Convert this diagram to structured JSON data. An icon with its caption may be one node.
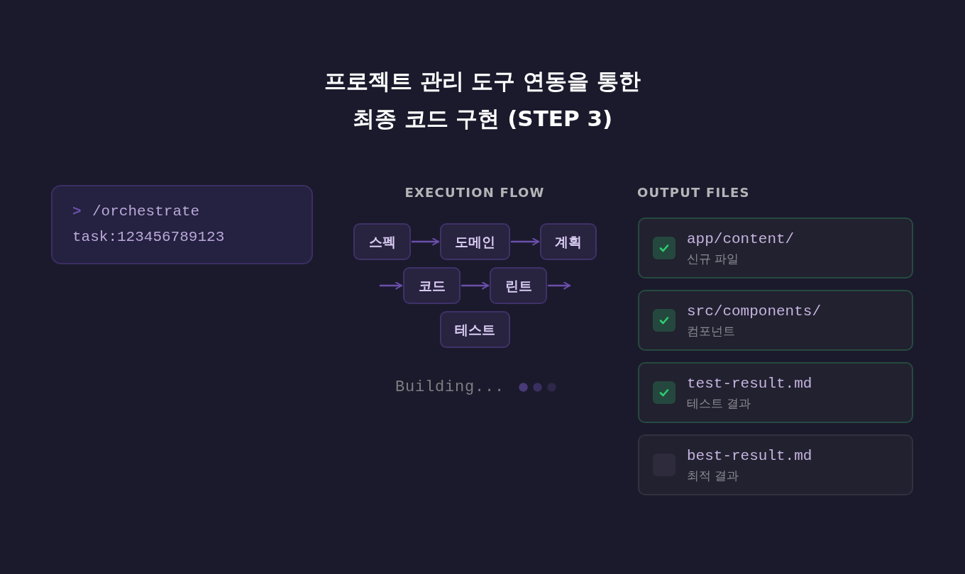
{
  "diagram": {
    "title": "프로젝트 관리 도구 연동을 통한 최종 코드 구현 (STEP 3)",
    "nodes": [
      {
        "text": [
          ">",
          "/orchestrate",
          "task:123456789123"
        ]
      },
      {
        "text": [
          "스펙"
        ]
      },
      {
        "text": [
          "도메인"
        ]
      },
      {
        "text": [
          "계획"
        ]
      },
      {
        "text": [
          "코드"
        ]
      },
      {
        "text": [
          "린트"
        ]
      },
      {
        "text": [
          "테스트"
        ]
      },
      {
        "text": [
          "app/content/",
          "신규 파일"
        ]
      },
      {
        "text": [
          "src/components/",
          "컴포넌트"
        ]
      },
      {
        "text": [
          "test-result.md",
          "테스트 결과"
        ]
      },
      {
        "text": [
          "best-result.md",
          "최적 결과"
        ]
      }
    ],
    "edges": [
      {
        "from": 1,
        "to": 2,
        "arrow": "to"
      },
      {
        "from": 2,
        "to": 3,
        "arrow": "to"
      },
      {
        "from": null,
        "to": 4,
        "arrow": "to"
      },
      {
        "from": 4,
        "to": 5,
        "arrow": "to"
      },
      {
        "from": 5,
        "to": null,
        "arrow": "to"
      }
    ],
    "labels": [
      "EXECUTION FLOW",
      "OUTPUT FILES",
      "Building..."
    ]
  }
}
